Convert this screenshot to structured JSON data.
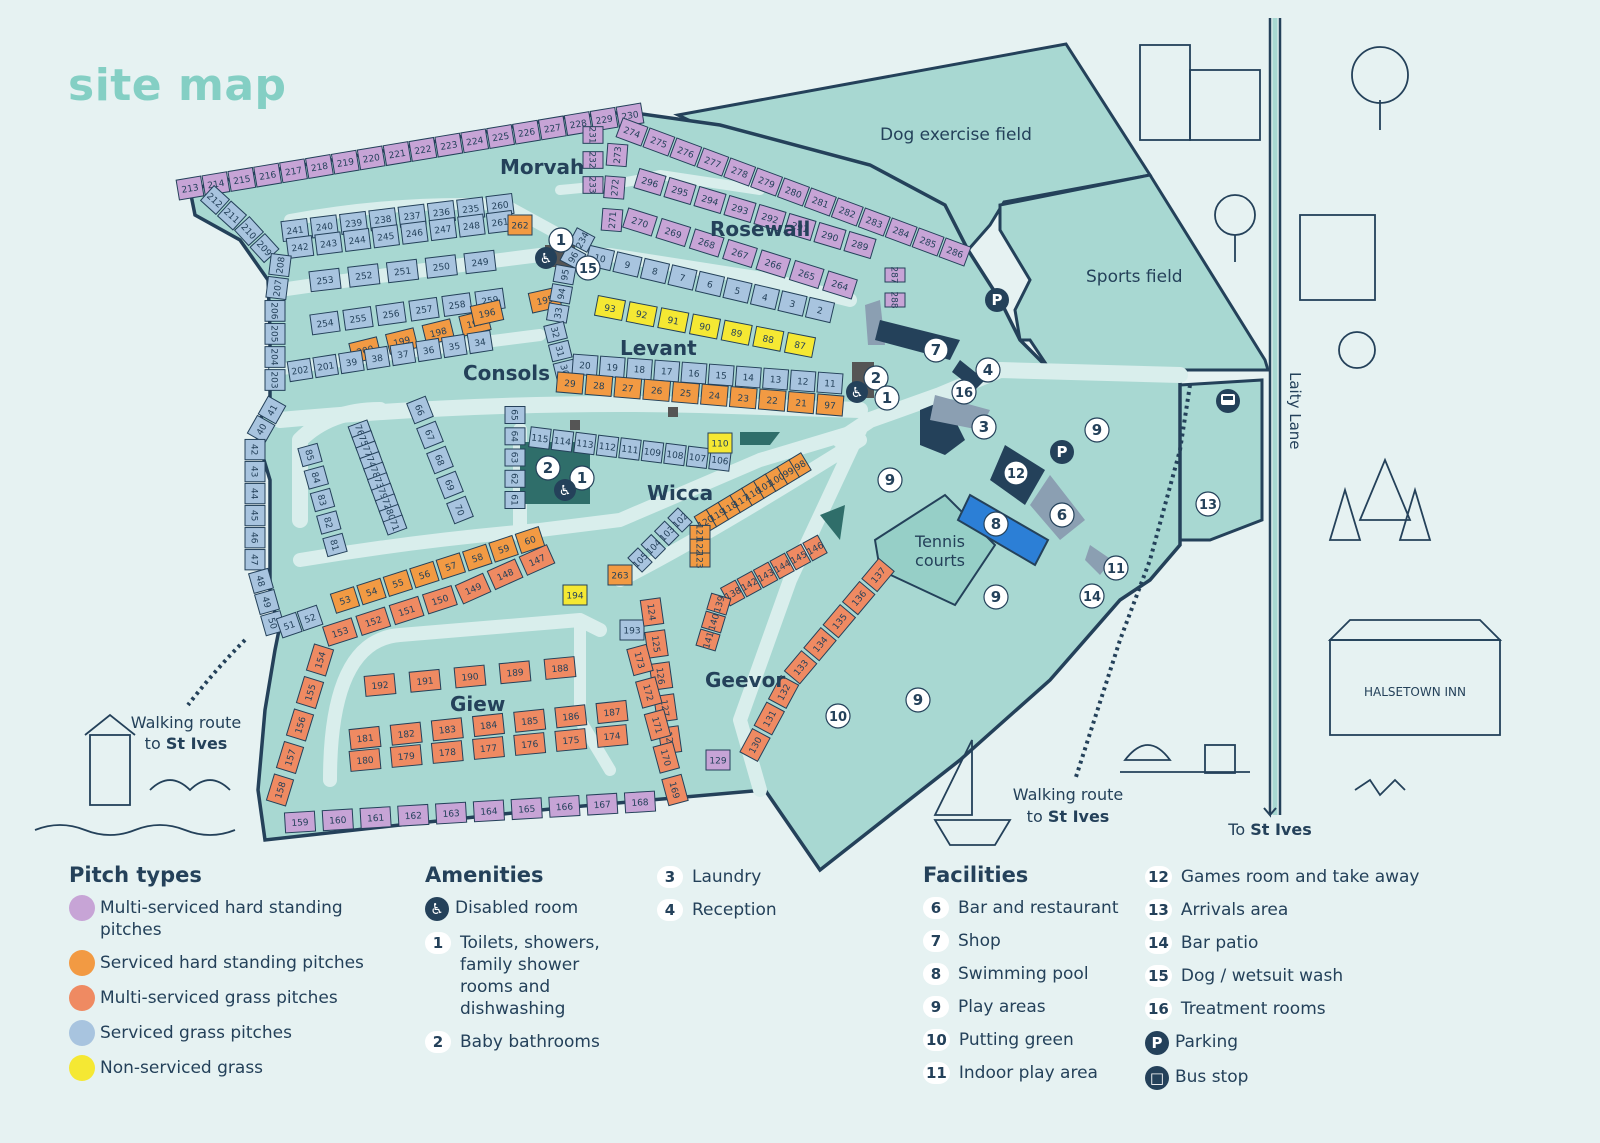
{
  "title": "site map",
  "area_names": {
    "morvah": "Morvah",
    "rosewall": "Rosewall",
    "consols": "Consols",
    "levant": "Levant",
    "wicca": "Wicca",
    "geevor": "Geevor",
    "giew": "Giew"
  },
  "field_labels": {
    "dog_field": "Dog exercise field",
    "sports_field": "Sports field",
    "tennis": "Tennis courts",
    "road": "Laity Lane",
    "inn": "HALSETOWN INN",
    "walk_left_1": "Walking route",
    "walk_left_2": "to",
    "walk_left_3": "St Ives",
    "walk_right_1": "Walking route",
    "walk_right_2": "to",
    "walk_right_3": "St Ives",
    "to_st_ives_1": "To",
    "to_st_ives_2": "St Ives"
  },
  "colors": {
    "background": "#e6f2f2",
    "site_ground": "#a8d8d2",
    "site_outline": "#24415a",
    "path": "#d9eeec",
    "multi_hard": "#c7a4d6",
    "serviced_hard": "#f29a43",
    "multi_grass": "#ef8a62",
    "serviced_grass": "#a8c4df",
    "non_serviced": "#f5e833",
    "building": "#24415a",
    "pool": "#2c7fd6",
    "title": "#84cfc4"
  },
  "pitch_rows": [
    {
      "type": "multi_hard",
      "numbers": [
        "213",
        "214",
        "215",
        "216",
        "217",
        "218",
        "219",
        "220",
        "221",
        "222",
        "223",
        "224",
        "225",
        "226",
        "227",
        "228",
        "229",
        "230"
      ]
    },
    {
      "type": "serviced_grass",
      "numbers": [
        "241",
        "240",
        "239",
        "238",
        "237",
        "236",
        "235",
        "260"
      ]
    },
    {
      "type": "serviced_grass",
      "numbers": [
        "242",
        "243",
        "244",
        "245",
        "246",
        "247",
        "248",
        "261"
      ]
    },
    {
      "type": "serviced_grass",
      "numbers": [
        "253",
        "252",
        "251",
        "250",
        "249"
      ]
    },
    {
      "type": "serviced_grass",
      "numbers": [
        "254",
        "255",
        "256",
        "257",
        "258",
        "259"
      ]
    },
    {
      "type": "serviced_grass",
      "numbers": [
        "212",
        "211",
        "210",
        "209",
        "208",
        "207",
        "206",
        "205",
        "204",
        "203"
      ]
    },
    {
      "type": "multi_hard",
      "numbers": [
        "231",
        "232",
        "233"
      ]
    },
    {
      "type": "multi_hard",
      "numbers": [
        "274",
        "275",
        "276",
        "277",
        "278",
        "279",
        "280",
        "281",
        "282",
        "283",
        "284",
        "285",
        "286"
      ]
    },
    {
      "type": "multi_hard",
      "numbers": [
        "273",
        "272",
        "271"
      ]
    },
    {
      "type": "multi_hard",
      "numbers": [
        "296",
        "295",
        "294",
        "293",
        "292",
        "291",
        "290",
        "289"
      ]
    },
    {
      "type": "multi_hard",
      "numbers": [
        "270",
        "269",
        "268",
        "267",
        "266",
        "265",
        "264"
      ]
    },
    {
      "type": "multi_hard",
      "numbers": [
        "287",
        "288"
      ]
    },
    {
      "type": "serviced_grass",
      "numbers": [
        "10",
        "9",
        "8",
        "7",
        "6",
        "5",
        "4",
        "3",
        "2"
      ]
    },
    {
      "type": "non_serviced",
      "numbers": [
        "93",
        "92",
        "91",
        "90",
        "89",
        "88",
        "87"
      ]
    },
    {
      "type": "serviced_hard",
      "numbers": [
        "200",
        "199",
        "198",
        "197"
      ]
    },
    {
      "type": "serviced_hard",
      "numbers": [
        "196",
        "195"
      ]
    },
    {
      "type": "serviced_hard",
      "numbers": [
        "262"
      ]
    },
    {
      "type": "serviced_grass",
      "numbers": [
        "234",
        "96",
        "95",
        "94",
        "33",
        "32",
        "31",
        "30"
      ]
    },
    {
      "type": "serviced_grass",
      "numbers": [
        "202",
        "201",
        "39",
        "38",
        "37",
        "36",
        "35",
        "34"
      ]
    },
    {
      "type": "serviced_grass",
      "numbers": [
        "20",
        "19",
        "18",
        "17",
        "16",
        "15",
        "14",
        "13",
        "12",
        "11"
      ]
    },
    {
      "type": "serviced_hard",
      "numbers": [
        "29",
        "28",
        "27",
        "26",
        "25",
        "24",
        "23",
        "22",
        "21",
        "97"
      ]
    },
    {
      "type": "serviced_grass",
      "numbers": [
        "41",
        "40",
        "42",
        "43",
        "44",
        "45",
        "46",
        "47",
        "48",
        "49",
        "50",
        "51",
        "52"
      ]
    },
    {
      "type": "serviced_grass",
      "numbers": [
        "76",
        "75",
        "77",
        "74",
        "78",
        "73",
        "79",
        "72",
        "80",
        "71"
      ]
    },
    {
      "type": "serviced_grass",
      "numbers": [
        "85",
        "84",
        "83",
        "82",
        "81"
      ]
    },
    {
      "type": "serviced_grass",
      "numbers": [
        "66",
        "67",
        "68",
        "69",
        "70"
      ]
    },
    {
      "type": "serviced_grass",
      "numbers": [
        "65",
        "64",
        "63",
        "62",
        "61"
      ]
    },
    {
      "type": "serviced_grass",
      "numbers": [
        "115",
        "114",
        "113",
        "112",
        "111",
        "109",
        "108",
        "107",
        "106"
      ]
    },
    {
      "type": "non_serviced",
      "numbers": [
        "110"
      ]
    },
    {
      "type": "serviced_hard",
      "numbers": [
        "98",
        "99",
        "100",
        "101",
        "116",
        "117",
        "118",
        "119",
        "120",
        "121",
        "122",
        "123"
      ]
    },
    {
      "type": "serviced_grass",
      "numbers": [
        "102",
        "103",
        "104",
        "105"
      ]
    },
    {
      "type": "serviced_hard",
      "numbers": [
        "263"
      ]
    },
    {
      "type": "non_serviced",
      "numbers": [
        "194"
      ]
    },
    {
      "type": "serviced_hard",
      "numbers": [
        "60",
        "59",
        "58",
        "57",
        "56",
        "55",
        "54",
        "53"
      ]
    },
    {
      "type": "multi_grass",
      "numbers": [
        "147",
        "148",
        "149",
        "150",
        "151",
        "152",
        "153"
      ]
    },
    {
      "type": "multi_grass",
      "numbers": [
        "146",
        "145",
        "144",
        "143",
        "142",
        "138",
        "139",
        "140",
        "141"
      ]
    },
    {
      "type": "multi_grass",
      "numbers": [
        "137",
        "136",
        "135",
        "134",
        "133",
        "132",
        "131",
        "130"
      ]
    },
    {
      "type": "multi_grass",
      "numbers": [
        "154",
        "155",
        "156",
        "157",
        "158"
      ]
    },
    {
      "type": "serviced_grass",
      "numbers": [
        "193"
      ]
    },
    {
      "type": "multi_grass",
      "numbers": [
        "124",
        "125",
        "126",
        "127",
        "128"
      ]
    },
    {
      "type": "multi_grass",
      "numbers": [
        "173",
        "172",
        "171",
        "170",
        "169"
      ]
    },
    {
      "type": "multi_hard",
      "numbers": [
        "129"
      ]
    },
    {
      "type": "multi_grass",
      "numbers": [
        "192",
        "191",
        "190",
        "189",
        "188"
      ]
    },
    {
      "type": "multi_grass",
      "numbers": [
        "181",
        "182",
        "183",
        "184",
        "185",
        "186",
        "187"
      ]
    },
    {
      "type": "multi_grass",
      "numbers": [
        "180",
        "179",
        "178",
        "177",
        "176",
        "175",
        "174"
      ]
    },
    {
      "type": "multi_hard",
      "numbers": [
        "159",
        "160",
        "161",
        "162",
        "163",
        "164",
        "165",
        "166",
        "167",
        "168"
      ]
    }
  ],
  "markers": [
    "1",
    "15",
    "2",
    "1",
    "7",
    "4",
    "16",
    "3",
    "2",
    "1",
    "12",
    "6",
    "8",
    "11",
    "14",
    "9",
    "9",
    "9",
    "9",
    "10",
    "13",
    "P",
    "P"
  ],
  "legend": {
    "pitch_types": {
      "heading": "Pitch types",
      "items": [
        {
          "label": "Multi-serviced hard standing pitches",
          "color": "#c7a4d6"
        },
        {
          "label": "Serviced hard standing pitches",
          "color": "#f29a43"
        },
        {
          "label": "Multi-serviced grass pitches",
          "color": "#ef8a62"
        },
        {
          "label": "Serviced grass pitches",
          "color": "#a8c4df"
        },
        {
          "label": "Non-serviced grass",
          "color": "#f5e833"
        }
      ]
    },
    "amenities": {
      "heading": "Amenities",
      "disabled": "Disabled room",
      "items": [
        {
          "num": "1",
          "label": "Toilets, showers, family shower rooms and dishwashing"
        },
        {
          "num": "2",
          "label": "Baby bathrooms"
        },
        {
          "num": "3",
          "label": "Laundry"
        },
        {
          "num": "4",
          "label": "Reception"
        }
      ]
    },
    "facilities": {
      "heading": "Facilities",
      "col1": [
        {
          "num": "6",
          "label": "Bar and restaurant"
        },
        {
          "num": "7",
          "label": "Shop"
        },
        {
          "num": "8",
          "label": "Swimming pool"
        },
        {
          "num": "9",
          "label": "Play areas"
        },
        {
          "num": "10",
          "label": "Putting green"
        },
        {
          "num": "11",
          "label": "Indoor play area"
        }
      ],
      "col2": [
        {
          "num": "12",
          "label": "Games room and take away"
        },
        {
          "num": "13",
          "label": "Arrivals area"
        },
        {
          "num": "14",
          "label": "Bar patio"
        },
        {
          "num": "15",
          "label": "Dog / wetsuit wash"
        },
        {
          "num": "16",
          "label": "Treatment rooms"
        }
      ],
      "parking_symbol": "P",
      "parking": "Parking",
      "bus_stop": "Bus stop"
    }
  }
}
